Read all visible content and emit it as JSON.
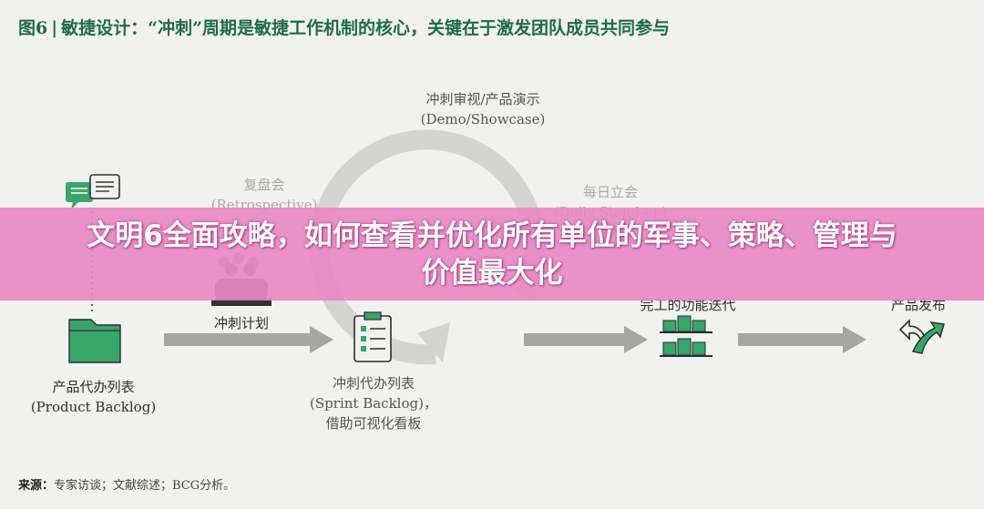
{
  "title": {
    "figure_no": "图6",
    "text": "敏捷设计：“冲刺”周期是敏捷工作机制的核心，关键在于激发团队成员共同参与"
  },
  "nodes": {
    "demo": {
      "zh": "冲刺审视/产品演示",
      "en": "(Demo/Showcase)"
    },
    "retro": {
      "zh": "复盘会",
      "en": "(Retrospective)"
    },
    "standup": {
      "zh": "每日立会",
      "en": "(Daily Stand-up)"
    },
    "product_backlog": {
      "zh": "产品代办列表",
      "en": "(Product Backlog)"
    },
    "sprint_plan": {
      "zh": "冲刺计划"
    },
    "sprint_backlog": {
      "zh": "冲刺代办列表",
      "en": "(Sprint Backlog)，",
      "zh2": "借助可视化看板"
    },
    "iteration": {
      "zh": "完工的功能迭代"
    },
    "release": {
      "zh": "产品发布"
    }
  },
  "source": {
    "label": "来源：",
    "text": "专家访谈；文献综述；BCG分析。"
  },
  "banner": {
    "line1": "文明6全面攻略，如何查看并优化所有单位的军事、策略、管理与",
    "line2": "价值最大化"
  },
  "colors": {
    "accent": "#2e9a63",
    "icon_green": "#38a56a",
    "arrow_gray": "#a6a6a4",
    "cycle_gray": "#d4d4d2",
    "banner": "#e986c4"
  }
}
